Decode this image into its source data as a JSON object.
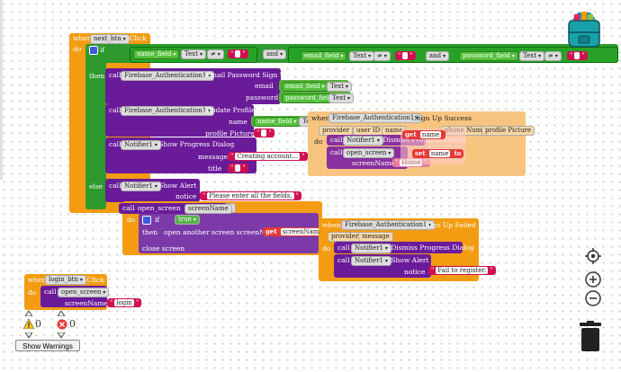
{
  "workspace": {
    "next_btn_event": {
      "when": "when",
      "component": "next_btn",
      "event": ".Click",
      "do": "do",
      "if": "if",
      "then": "then",
      "else": "else",
      "name_field": "name_field",
      "email_field": "email_field",
      "password_field": "password_field",
      "text_prop": "Text",
      "neq": "≠",
      "and": "and",
      "call": "call",
      "fb_component": "Firebase_Authentication1",
      "email_signup": ".Email Password Sign Up",
      "email": "email",
      "password": "password",
      "update_profile": ".Update Profile",
      "name": "name",
      "profile_picture": "profile Picture",
      "notifier": "Notifier1",
      "show_progress": ".Show Progress Dialog",
      "message": "message",
      "title": "title",
      "creating": "Creating account...",
      "show_alert": ".Show Alert",
      "notice": "notice",
      "enter_all": "Please enter all the fields.",
      "open_screen": "open_screen",
      "screenName": "screenName"
    },
    "signup_success": {
      "when": "when",
      "component": "Firebase_Authentication1",
      "event": ".Sign Up Success",
      "provider": "provider",
      "user_id": "user ID",
      "name": "name",
      "phone_number": "phone Number",
      "profile_picture": "profile Picture",
      "do": "do",
      "call": "call",
      "notifier": "Notifier1",
      "dismiss": ".Dismiss Progress Dialog",
      "open_screen": "open_screen",
      "screenName": "screenName",
      "home": "Home",
      "get": "get",
      "set": "set",
      "to": "to"
    },
    "open_screen_proc": {
      "to": "to",
      "proc": "open_screen",
      "param": "screenName",
      "do": "do",
      "if": "if",
      "true": "true",
      "then": "then",
      "open_another": "open another screen  screenName",
      "get": "get",
      "close_screen": "close screen"
    },
    "signup_failed": {
      "when": "when",
      "component": "Firebase_Authentication1",
      "event": ".Sign Up Failed",
      "provider": "provider",
      "message": "message",
      "do": "do",
      "call": "call",
      "notifier": "Notifier1",
      "dismiss": ".Dismiss Progress Dialog",
      "show_alert": ".Show Alert",
      "notice": "notice",
      "fail": "Fail to register."
    },
    "login_btn_event": {
      "when": "when",
      "component": "login_btn",
      "event": ".Click",
      "do": "do",
      "call": "call",
      "open_screen": "open_screen",
      "screenName": "screenName",
      "login": "login"
    }
  },
  "warnings": {
    "warning_count": "0",
    "error_count": "0",
    "show_warnings_label": "Show Warnings"
  },
  "icons": [
    "backpack-icon",
    "target-icon",
    "zoom-in-icon",
    "zoom-out-icon",
    "trash-icon",
    "warning-icon",
    "error-icon",
    "arrow-up-icon",
    "arrow-down-icon"
  ],
  "colors": {
    "event": "#f39c12",
    "procedure": "#6a1b9a",
    "logic": "#2e9a2e",
    "text": "#c2185b",
    "component": "#57b33a"
  }
}
